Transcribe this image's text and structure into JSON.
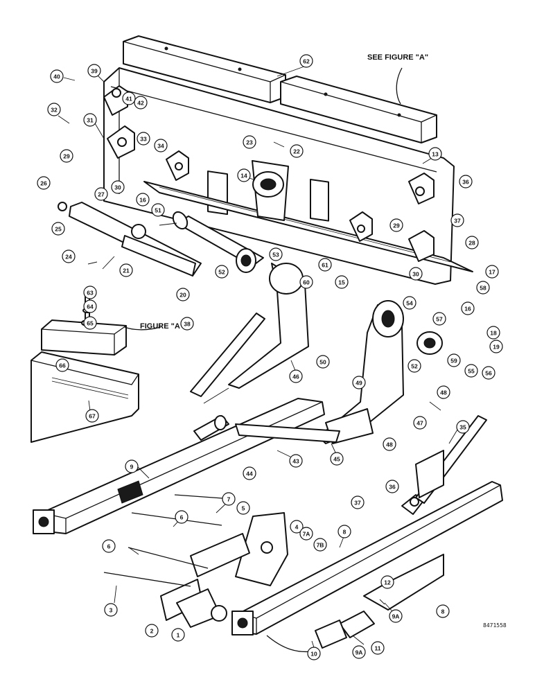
{
  "notes": {
    "see_figure_a": "SEE FIGURE \"A\"",
    "figure_a": "FIGURE \"A\"",
    "drawing_ref": "8471558"
  },
  "callouts": [
    {
      "id": "40",
      "label": "40"
    },
    {
      "id": "39",
      "label": "39"
    },
    {
      "id": "62",
      "label": "62"
    },
    {
      "id": "41",
      "label": "41"
    },
    {
      "id": "42",
      "label": "42"
    },
    {
      "id": "32",
      "label": "32"
    },
    {
      "id": "31",
      "label": "31"
    },
    {
      "id": "33",
      "label": "33"
    },
    {
      "id": "34",
      "label": "34"
    },
    {
      "id": "23",
      "label": "23"
    },
    {
      "id": "22",
      "label": "22"
    },
    {
      "id": "13",
      "label": "13"
    },
    {
      "id": "29a",
      "label": "29"
    },
    {
      "id": "14",
      "label": "14"
    },
    {
      "id": "26",
      "label": "26"
    },
    {
      "id": "27",
      "label": "27"
    },
    {
      "id": "30a",
      "label": "30"
    },
    {
      "id": "16a",
      "label": "16"
    },
    {
      "id": "36a",
      "label": "36"
    },
    {
      "id": "37a",
      "label": "37"
    },
    {
      "id": "25",
      "label": "25"
    },
    {
      "id": "51",
      "label": "51"
    },
    {
      "id": "29b",
      "label": "29"
    },
    {
      "id": "28",
      "label": "28"
    },
    {
      "id": "53",
      "label": "53"
    },
    {
      "id": "24",
      "label": "24"
    },
    {
      "id": "21",
      "label": "21"
    },
    {
      "id": "61",
      "label": "61"
    },
    {
      "id": "30b",
      "label": "30"
    },
    {
      "id": "52a",
      "label": "52"
    },
    {
      "id": "60",
      "label": "60"
    },
    {
      "id": "15",
      "label": "15"
    },
    {
      "id": "20",
      "label": "20"
    },
    {
      "id": "17",
      "label": "17"
    },
    {
      "id": "63",
      "label": "63"
    },
    {
      "id": "58",
      "label": "58"
    },
    {
      "id": "64",
      "label": "64"
    },
    {
      "id": "54",
      "label": "54"
    },
    {
      "id": "16b",
      "label": "16"
    },
    {
      "id": "57",
      "label": "57"
    },
    {
      "id": "65",
      "label": "65"
    },
    {
      "id": "18",
      "label": "18"
    },
    {
      "id": "38",
      "label": "38"
    },
    {
      "id": "19",
      "label": "19"
    },
    {
      "id": "59",
      "label": "59"
    },
    {
      "id": "55",
      "label": "55"
    },
    {
      "id": "56",
      "label": "56"
    },
    {
      "id": "66",
      "label": "66"
    },
    {
      "id": "52b",
      "label": "52"
    },
    {
      "id": "46",
      "label": "46"
    },
    {
      "id": "50",
      "label": "50"
    },
    {
      "id": "49",
      "label": "49"
    },
    {
      "id": "48a",
      "label": "48"
    },
    {
      "id": "67",
      "label": "67"
    },
    {
      "id": "47",
      "label": "47"
    },
    {
      "id": "48b",
      "label": "48"
    },
    {
      "id": "9",
      "label": "9"
    },
    {
      "id": "35",
      "label": "35"
    },
    {
      "id": "43",
      "label": "43"
    },
    {
      "id": "44",
      "label": "44"
    },
    {
      "id": "45",
      "label": "45"
    },
    {
      "id": "7",
      "label": "7"
    },
    {
      "id": "5",
      "label": "5"
    },
    {
      "id": "36b",
      "label": "36"
    },
    {
      "id": "6a",
      "label": "6"
    },
    {
      "id": "37b",
      "label": "37"
    },
    {
      "id": "4",
      "label": "4"
    },
    {
      "id": "7A",
      "label": "7A"
    },
    {
      "id": "8a",
      "label": "8"
    },
    {
      "id": "7B",
      "label": "7B"
    },
    {
      "id": "6b",
      "label": "6"
    },
    {
      "id": "12",
      "label": "12"
    },
    {
      "id": "3",
      "label": "3"
    },
    {
      "id": "8b",
      "label": "8"
    },
    {
      "id": "2",
      "label": "2"
    },
    {
      "id": "1",
      "label": "1"
    },
    {
      "id": "9A1",
      "label": "9A"
    },
    {
      "id": "10",
      "label": "10"
    },
    {
      "id": "11",
      "label": "11"
    },
    {
      "id": "9A2",
      "label": "9A"
    }
  ]
}
